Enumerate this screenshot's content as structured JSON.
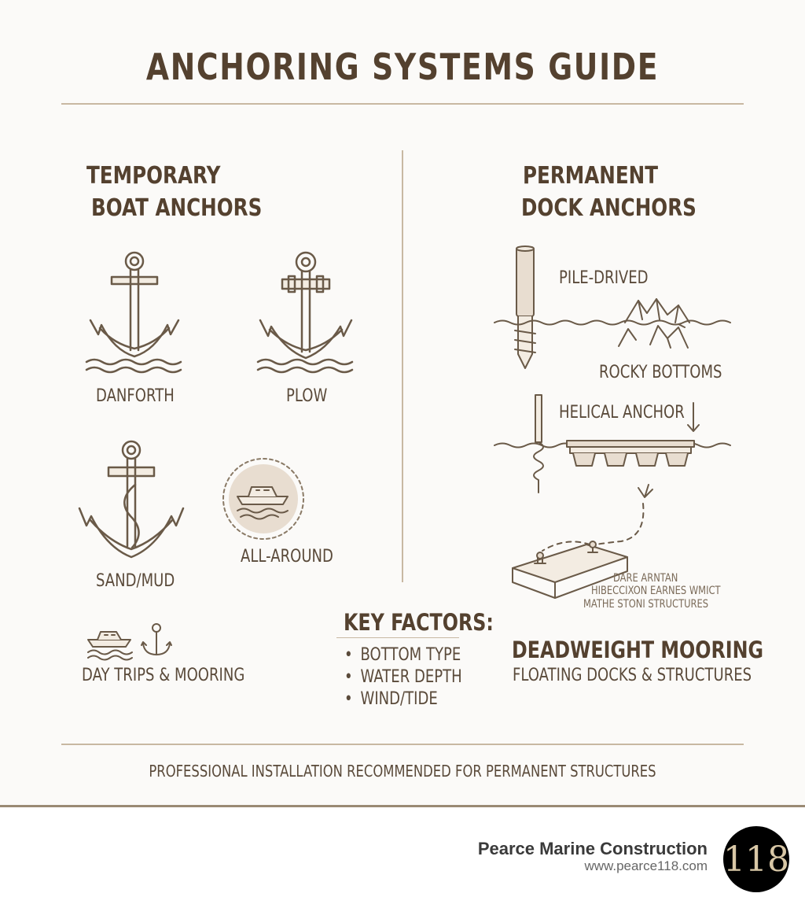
{
  "title": "ANCHORING SYSTEMS GUIDE",
  "temporary": {
    "heading_line1": "TEMPORARY",
    "heading_line2": "BOAT ANCHORS",
    "anchors": [
      "DANFORTH",
      "PLOW",
      "SAND/MUD",
      "ALL-AROUND"
    ],
    "use_label": "DAY TRIPS & MOORING"
  },
  "permanent": {
    "heading_line1": "PERMANENT",
    "heading_line2": "DOCK ANCHORS",
    "pile_label": "PILE-DRIVED",
    "rocky_label": "ROCKY BOTTOMS",
    "helical_label": "HELICAL ANCHOR",
    "block_caption_lines": [
      "DARE ARNTAN",
      "HIBECCIXON EARNES WMICT",
      "MATHE STONI STRUCTURES"
    ],
    "deadweight_label": "DEADWEIGHT MOORING",
    "deadweight_sub": "FLOATING DOCKS & STRUCTURES"
  },
  "key_factors": {
    "heading": "KEY FACTORS:",
    "items": [
      "BOTTOM TYPE",
      "WATER DEPTH",
      "WIND/TIDE"
    ]
  },
  "note": "PROFESSIONAL INSTALLATION RECOMMENDED FOR PERMANENT STRUCTURES",
  "brand": {
    "name": "Pearce Marine Construction",
    "url": "www.pearce118.com",
    "logo_text": "118"
  },
  "colors": {
    "ink": "#6a5a48",
    "beige_fill": "#e8ddd0",
    "rule": "#c8b8a2"
  }
}
